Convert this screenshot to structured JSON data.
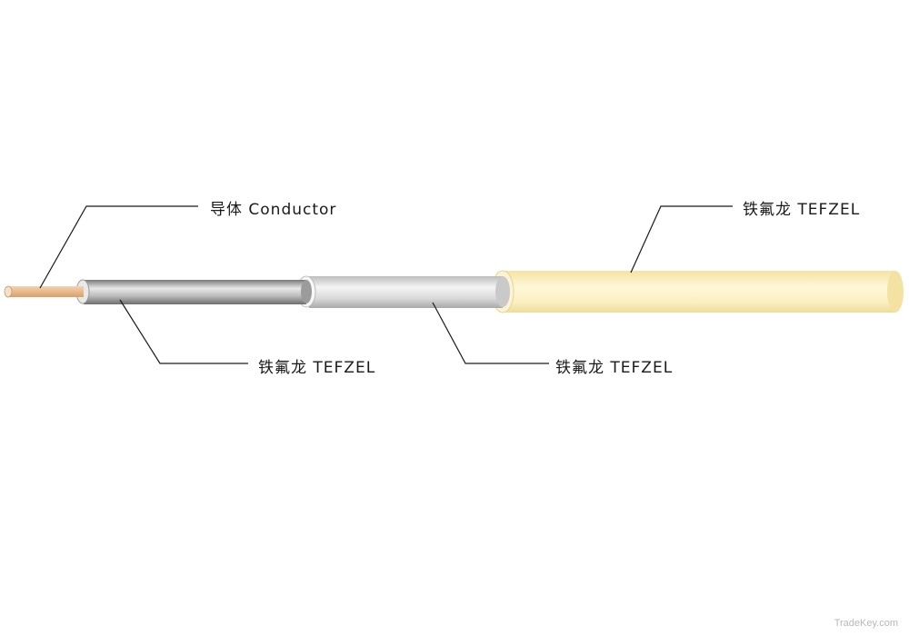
{
  "labels": {
    "conductor": "导体  Conductor",
    "inner_insulation": "铁氟龙 TEFZEL",
    "middle_insulation": "铁氟龙 TEFZEL",
    "outer_jacket": "铁氟龙 TEFZEL"
  },
  "watermark": "TradeKey.com",
  "colors": {
    "background": "#ffffff",
    "conductor": "#e8b98a",
    "inner_layer": "#9e9e9e",
    "middle_layer": "#d6d6d6",
    "outer_jacket": "#fbefb8",
    "leader_line": "#1a1a1a"
  }
}
